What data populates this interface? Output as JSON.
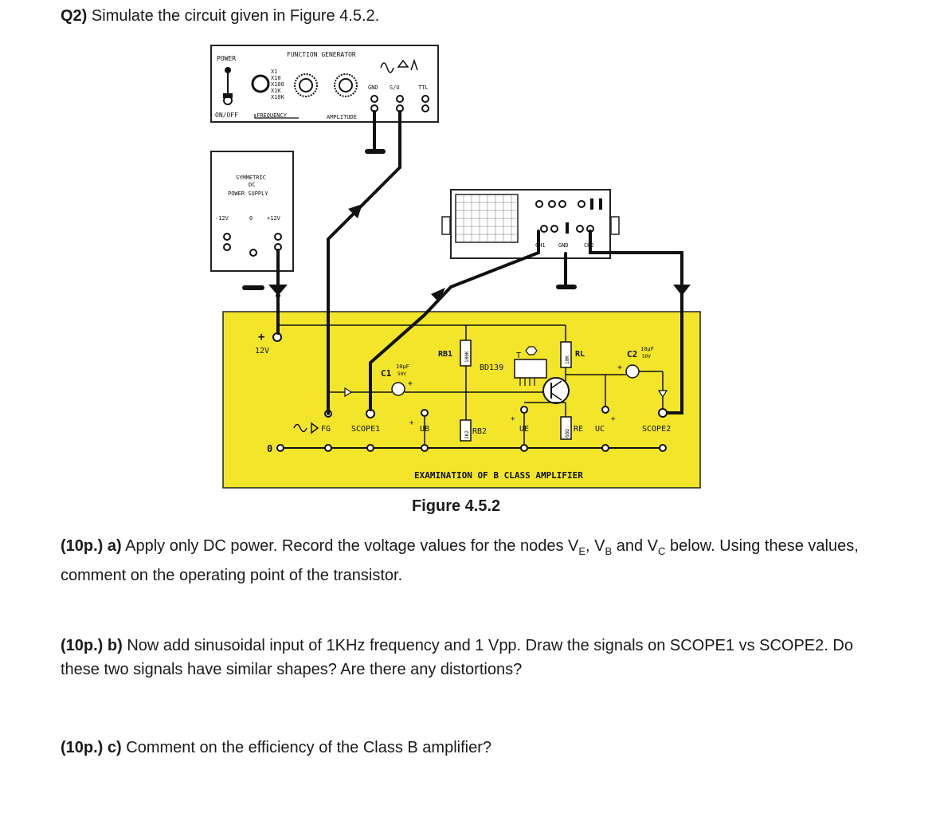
{
  "question": {
    "number": "Q2)",
    "text": "Simulate the circuit given in Figure 4.5.2."
  },
  "figure": {
    "caption": "Figure 4.5.2",
    "function_generator": {
      "title": "FUNCTION GENERATOR",
      "power_label": "POWER",
      "onoff_label": "ON/OFF",
      "ranges": [
        "X1",
        "X10",
        "X100",
        "X1K",
        "X10K"
      ],
      "frequency_label": "FREQUENCY",
      "amplitude_label": "AMPLITUDE",
      "gnd_label": "GND",
      "su_label": "S/U",
      "ttl_label": "TTL"
    },
    "power_supply": {
      "line1": "SYMMETRIC",
      "line2": "DC",
      "line3": "POWER SUPPLY",
      "neg": "-12V",
      "zero": "0",
      "pos": "+12V"
    },
    "oscilloscope": {
      "ch1": "CH1",
      "gnd": "GND",
      "ch2": "CH2"
    },
    "board": {
      "title": "EXAMINATION OF B CLASS AMPLIFIER",
      "supply": "12V",
      "plus": "+",
      "zero": "0",
      "fg": "FG",
      "scope1": "SCOPE1",
      "scope2": "SCOPE2",
      "c1": "C1",
      "c1_val": "10µF",
      "c1_volt": "50V",
      "c2": "C2",
      "c2_val": "10µF",
      "c2_volt": "50V",
      "rb1": "RB1",
      "rb1_val": "100K",
      "rb2": "RB2",
      "rb2_val": "2K2",
      "transistor": "BD139",
      "t_label": "T",
      "rl": "RL",
      "rl_val": "10K",
      "re": "RE",
      "re_val": "68Ω",
      "ub": "UB",
      "ue": "UE",
      "uc": "UC"
    }
  },
  "parts": [
    {
      "points": "(10p.)",
      "letter": "a)",
      "text": "Apply only DC power. Record the voltage values for the nodes V",
      "sub1": "E",
      "mid1": ", V",
      "sub2": "B",
      "mid2": " and V",
      "sub3": "C",
      "tail": " below. Using these values, comment on the operating point of the transistor."
    },
    {
      "points": "(10p.)",
      "letter": "b)",
      "text": "Now add sinusoidal input of 1KHz frequency and 1 Vpp. Draw the signals on SCOPE1 vs SCOPE2. Do these two signals have similar shapes? Are there any distortions?"
    },
    {
      "points": "(10p.)",
      "letter": "c)",
      "text": "Comment on the efficiency of the Class B amplifier?"
    }
  ]
}
